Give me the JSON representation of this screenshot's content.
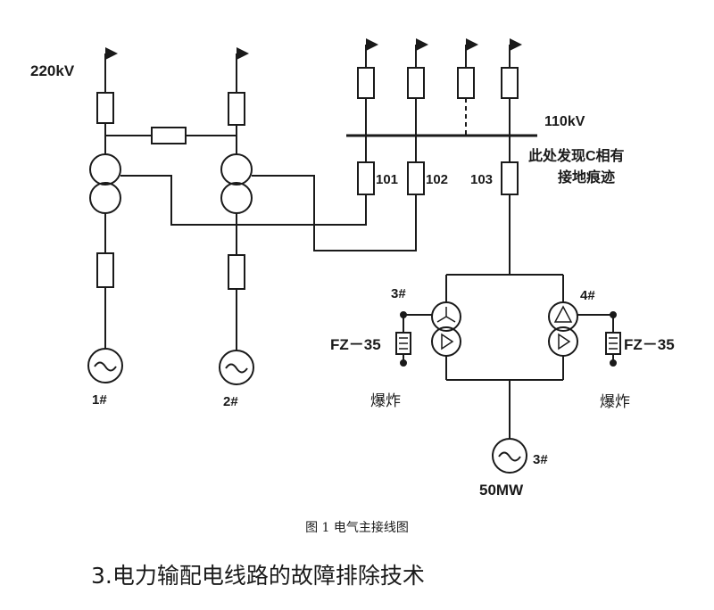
{
  "diagram": {
    "labels": {
      "v220": "220kV",
      "v110": "110kV",
      "feeder_101": "101",
      "feeder_102": "102",
      "feeder_103": "103",
      "note_line1": "此处发现C相有",
      "note_line2": "接地痕迹",
      "gen_1": "1#",
      "gen_2": "2#",
      "tr_3": "3#",
      "tr_4": "4#",
      "arrester_left": "FZ－35",
      "arrester_right": "FZ－35",
      "explode_left": "爆炸",
      "explode_right": "爆炸",
      "gen_3": "3#",
      "gen_3_rating": "50MW"
    },
    "caption": "图 1 电气主接线图"
  },
  "section_heading": "3.电力输配电线路的故障排除技术",
  "colors": {
    "ink": "#1a1a1a",
    "background": "#ffffff"
  }
}
